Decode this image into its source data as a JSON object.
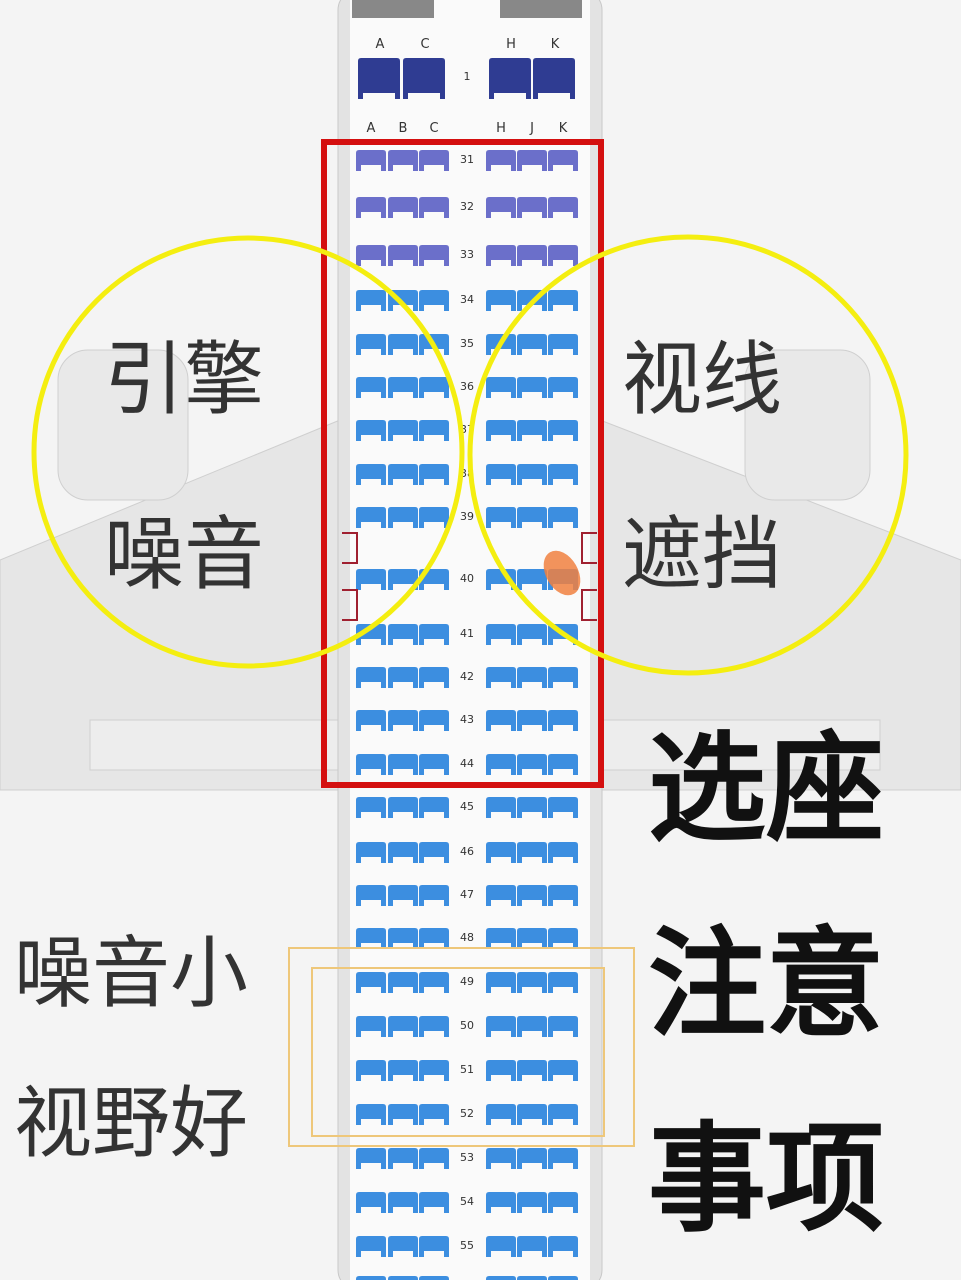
{
  "seat_map": {
    "business": {
      "row": "1",
      "columns_left": [
        "A",
        "C"
      ],
      "columns_right": [
        "H",
        "K"
      ]
    },
    "economy": {
      "columns_left": [
        "A",
        "B",
        "C"
      ],
      "columns_right": [
        "H",
        "J",
        "K"
      ],
      "rows": [
        "31",
        "32",
        "33",
        "34",
        "35",
        "36",
        "37",
        "38",
        "39",
        "40",
        "41",
        "42",
        "43",
        "44",
        "45",
        "46",
        "47",
        "48",
        "49",
        "50",
        "51",
        "52",
        "53",
        "54",
        "55"
      ],
      "highlight_rows": [
        "31",
        "32",
        "33"
      ]
    },
    "colors": {
      "business_seat": "#2f3c92",
      "highlight_seat": "#6b6fca",
      "economy_seat": "#3c8ee0",
      "wing_zone_box": "#d40f0f",
      "circle": "#f4ee10",
      "best_zone_box": "#eec77a"
    }
  },
  "annotations": {
    "left_circle": [
      "引擎",
      "噪音"
    ],
    "right_circle": [
      "视线",
      "遮挡"
    ],
    "best_zone": [
      "噪音小",
      "视野好"
    ],
    "headline": [
      "选座",
      "注意",
      "事项"
    ]
  }
}
